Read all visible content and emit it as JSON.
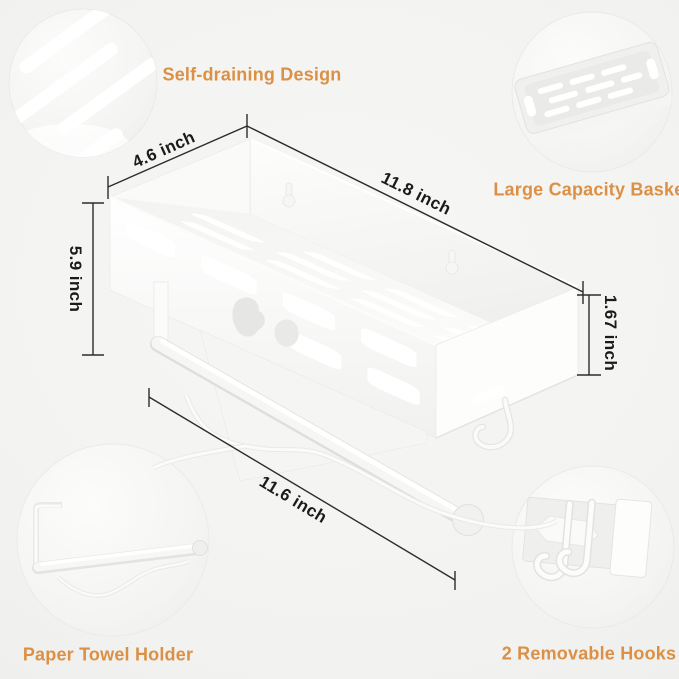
{
  "page": {
    "background_color": "#f2f2f0",
    "accent_text_color": "#db9045",
    "dimension_text_color": "#1b1b1b",
    "dimension_line_color": "#2c2c2c",
    "product_color": "#ffffff"
  },
  "callouts": {
    "self_draining": "Self-draining Design",
    "large_capacity": "Large Capacity Basket",
    "paper_towel": "Paper Towel Holder",
    "removable_hooks": "2 Removable Hooks"
  },
  "dimensions": {
    "basket_depth": "4.6 inch",
    "basket_width": "11.8 inch",
    "overall_height": "5.9 inch",
    "basket_height": "1.67 inch",
    "towel_bar_length": "11.6 inch"
  }
}
